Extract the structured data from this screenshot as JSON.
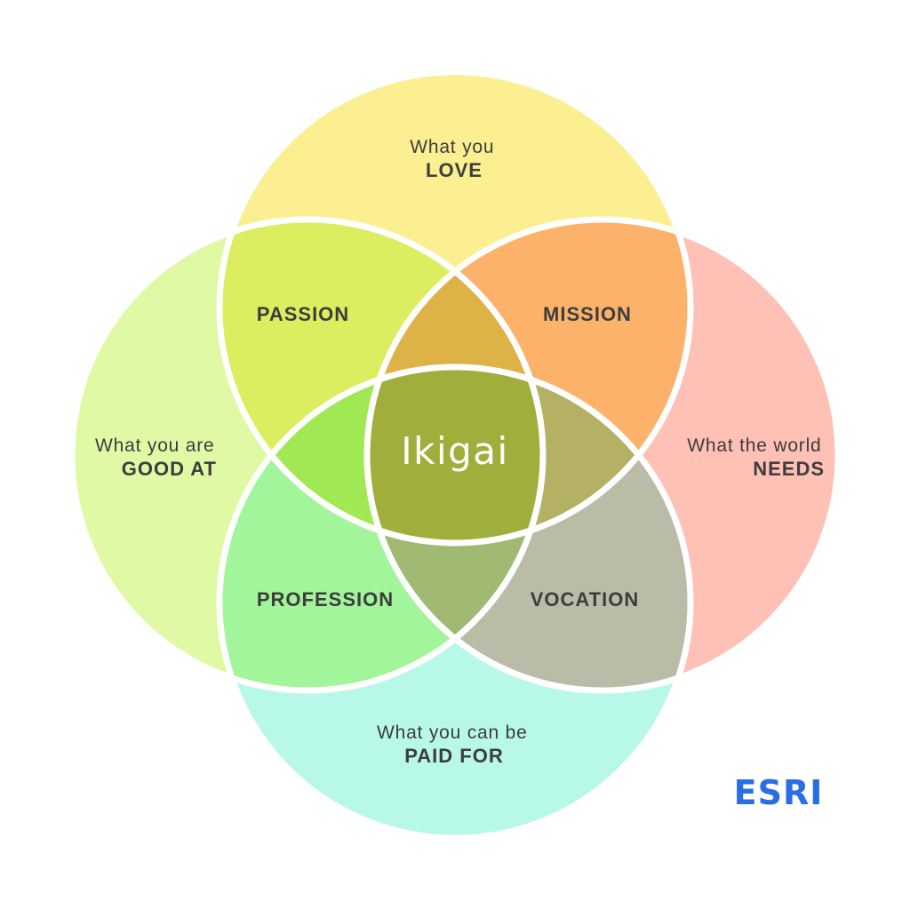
{
  "circles": {
    "love": {
      "line1": "What you",
      "line2": "LOVE"
    },
    "good": {
      "line1": "What you are",
      "line2": "GOOD AT"
    },
    "needs": {
      "line1": "What the world",
      "line2": "NEEDS"
    },
    "paid": {
      "line1": "What you can be",
      "line2": "PAID FOR"
    }
  },
  "overlaps": {
    "passion": "PASSION",
    "mission": "MISSION",
    "profession": "PROFESSION",
    "vocation": "VOCATION"
  },
  "center": "Ikigai",
  "brand": {
    "text": "ESRI",
    "color": "#2a6ee6"
  },
  "colors": {
    "love": "#fbef91",
    "good": "#dff9a5",
    "needs": "#ffc0b6",
    "paid": "#b8f8e8",
    "passion": "#dced60",
    "mission": "#fcb26a",
    "profession": "#a2f59a",
    "vocation": "#bbbca8",
    "love_good_needs": "#ddb247",
    "love_good_paid": "#a0e854",
    "love_needs_paid": "#b4b064",
    "good_needs_paid": "#a0ba74",
    "ikigai": "#a0af3c",
    "outline": "#ffffff"
  }
}
